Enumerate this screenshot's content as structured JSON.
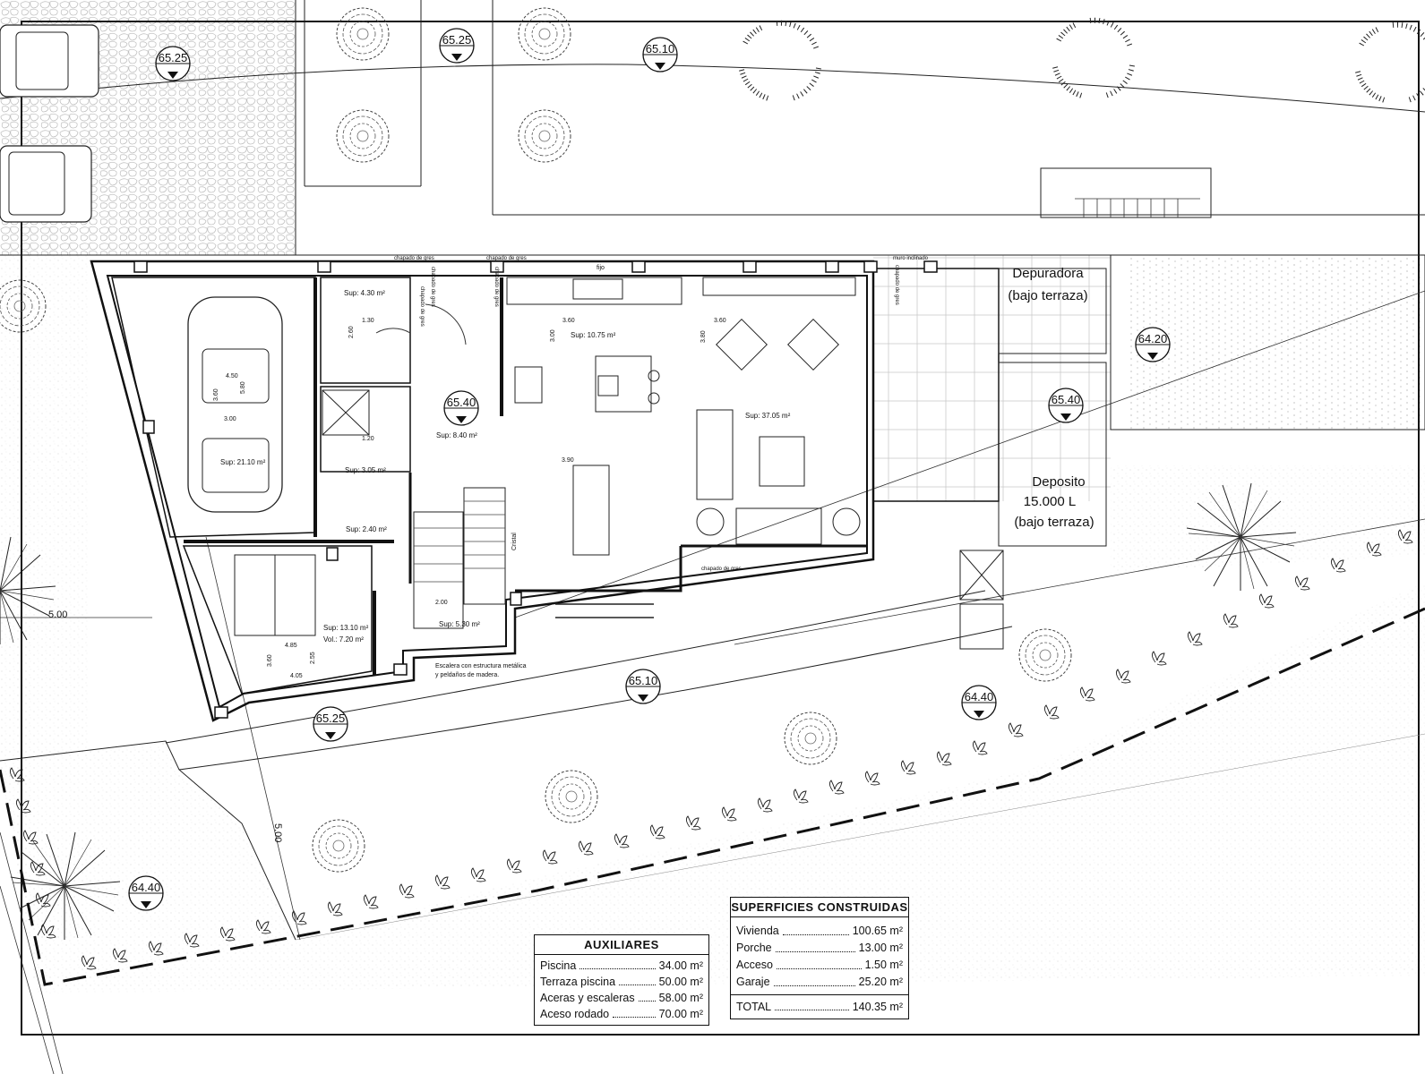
{
  "levels": [
    {
      "id": "lv1",
      "value": "65.25"
    },
    {
      "id": "lv2",
      "value": "65.25"
    },
    {
      "id": "lv3",
      "value": "65.10"
    },
    {
      "id": "lv4",
      "value": "64.20"
    },
    {
      "id": "lv5",
      "value": "65.40"
    },
    {
      "id": "lv6",
      "value": "65.40"
    },
    {
      "id": "lv7",
      "value": "65.10"
    },
    {
      "id": "lv8",
      "value": "64.40"
    },
    {
      "id": "lv9",
      "value": "65.25"
    },
    {
      "id": "lv10",
      "value": "64.40"
    }
  ],
  "rooms": {
    "storage_area": "Sup: 4.30 m²",
    "kitchen_area": "Sup: 10.75 m²",
    "living_area": "Sup: 37.05 m²",
    "garage_area": "Sup: 21.10 m²",
    "hall_area": "Sup: 8.40 m²",
    "bath_area": "Sup: 3.05 m²",
    "corridor_area": "Sup: 2.40 m²",
    "bedroom_area": "Sup: 13.10 m²",
    "bedroom_vol": "Vol.:   7.20 m²",
    "stair_area": "Sup: 5.30 m²"
  },
  "labels": {
    "depuradora_1": "Depuradora",
    "depuradora_2": "(bajo terraza)",
    "deposito_1": "Deposito",
    "deposito_2": "15.000 L",
    "deposito_3": "(bajo terraza)",
    "chapado_1": "chapado de gres",
    "chapado_2": "chapado de gres",
    "chapado_3": "chapado de gres",
    "chapado_4": "chapado de gres",
    "chapado_5": "chapado de gres",
    "chapado_6": "chapado de gres",
    "fijo": "fijo",
    "muro_1": "muro inclinado",
    "muro_2": "chapado de gres",
    "escalera_1": "Escalera con estructura metálica",
    "escalera_2": "y peldaños de madera.",
    "dim_5_00_a": "5.00",
    "dim_5_00_b": "5.00",
    "car_w": "4.50",
    "car_d1": "5.80",
    "car_d2": "3.00",
    "car_h": "3.60",
    "bed_w1": "4.85",
    "bed_w2": "4.05",
    "bed_h1": "3.60",
    "bed_h2": "2.55",
    "h_130": "1.30",
    "h_260": "2.60",
    "h_360a": "3.60",
    "h_300": "3.00",
    "h_360b": "3.60",
    "h_380": "3.80",
    "h_390": "3.90",
    "h_120": "1.20",
    "h_200": "2.00",
    "cristal": "Cristal"
  },
  "auxiliares": {
    "title": "AUXILIARES",
    "rows": [
      {
        "name": "Piscina",
        "value": "34.00 m²"
      },
      {
        "name": "Terraza piscina",
        "value": "50.00 m²"
      },
      {
        "name": "Aceras y escaleras",
        "value": "58.00 m²"
      },
      {
        "name": "Aceso rodado",
        "value": "70.00 m²"
      }
    ]
  },
  "superficies": {
    "title": "SUPERFICIES CONSTRUIDAS",
    "rows": [
      {
        "name": "Vivienda",
        "value": "100.65 m²"
      },
      {
        "name": "Porche",
        "value": "13.00 m²"
      },
      {
        "name": "Acceso",
        "value": "1.50 m²"
      },
      {
        "name": "Garaje",
        "value": "25.20 m²"
      }
    ],
    "total_name": "TOTAL",
    "total_value": "140.35 m²"
  }
}
